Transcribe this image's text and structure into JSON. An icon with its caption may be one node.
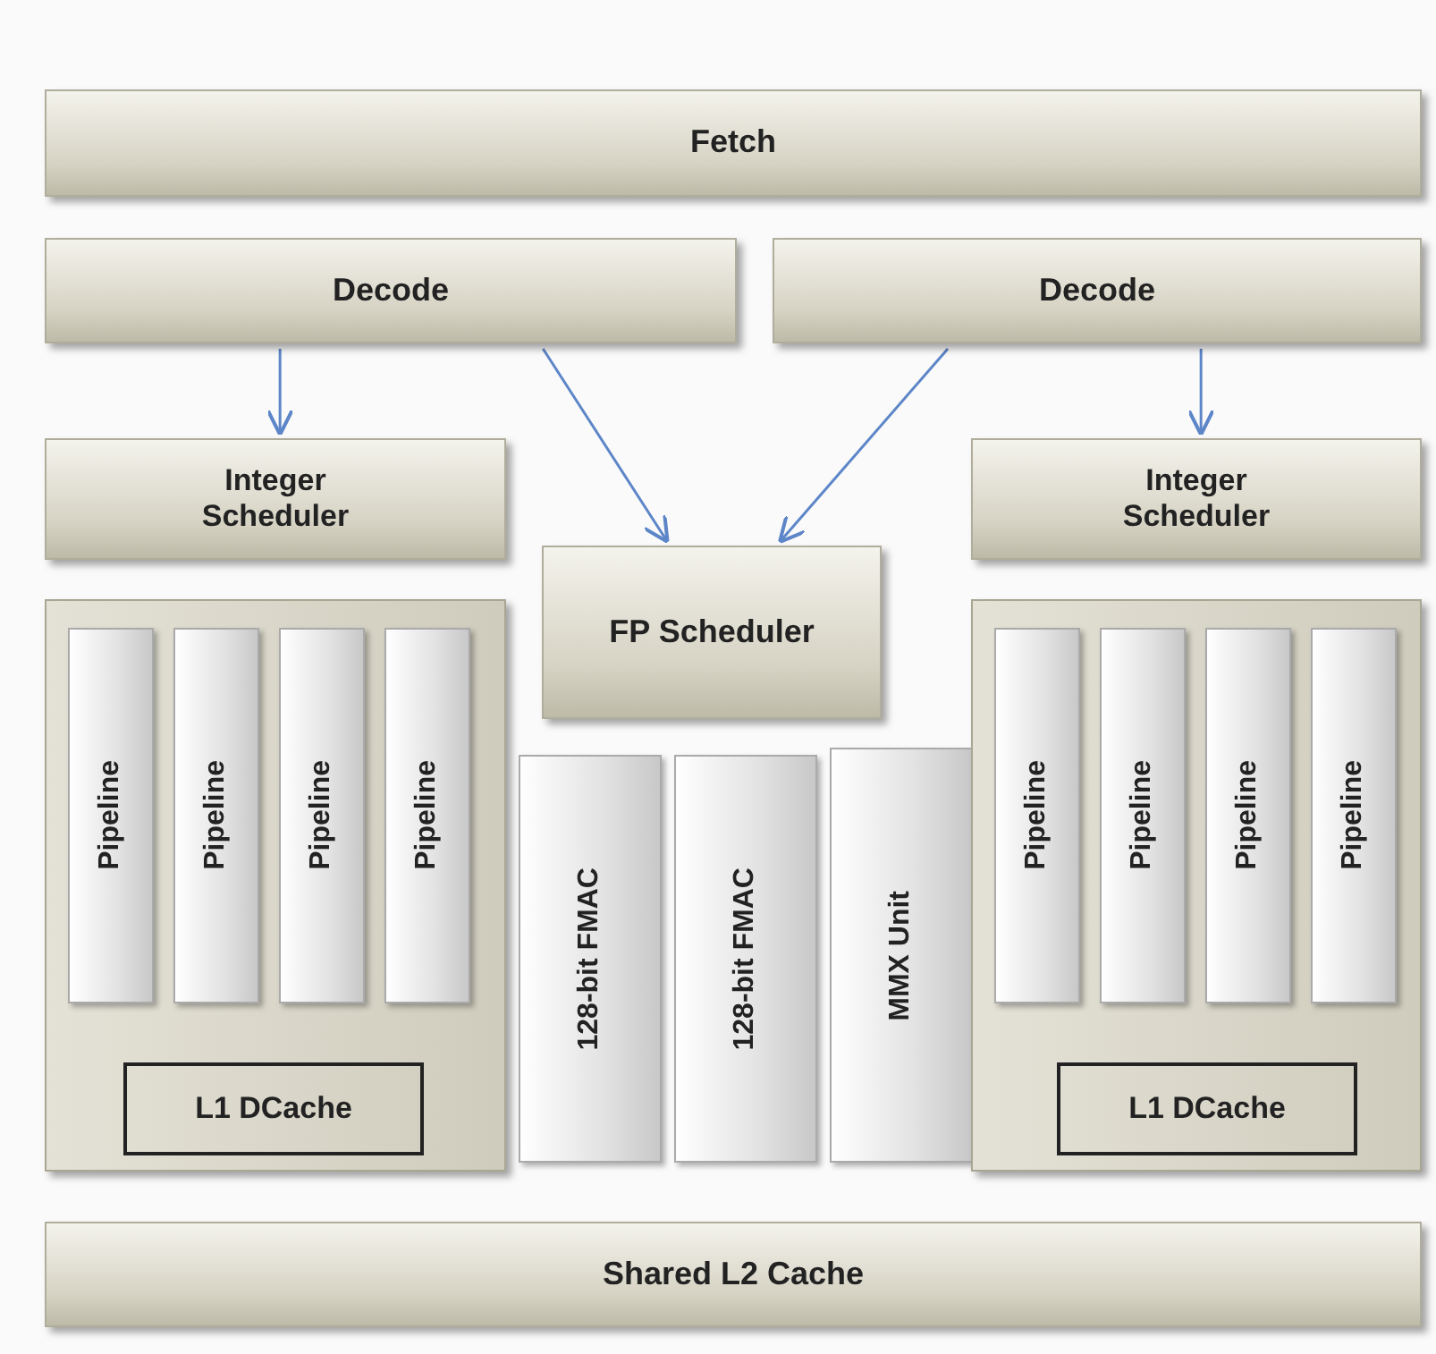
{
  "diagram": {
    "nodes": [
      {
        "text": [
          "Fetch"
        ]
      },
      {
        "text": [
          "Decode"
        ]
      },
      {
        "text": [
          "Decode"
        ]
      },
      {
        "text": [
          "Integer Scheduler"
        ]
      },
      {
        "text": [
          "Integer Scheduler"
        ]
      },
      {
        "text": [
          "FP Scheduler"
        ]
      },
      {
        "text": [],
        "shape": "box"
      },
      {
        "text": [
          "Pipeline"
        ],
        "in": 6
      },
      {
        "text": [
          "Pipeline"
        ],
        "in": 6
      },
      {
        "text": [
          "Pipeline"
        ],
        "in": 6
      },
      {
        "text": [
          "Pipeline"
        ],
        "in": 6
      },
      {
        "text": [
          "L1 DCache"
        ],
        "in": 6
      },
      {
        "text": [
          "128-bit FMAC"
        ]
      },
      {
        "text": [
          "128-bit FMAC"
        ]
      },
      {
        "text": [
          "MMX Unit"
        ]
      },
      {
        "text": [],
        "shape": "box"
      },
      {
        "text": [
          "Pipeline"
        ],
        "in": 15
      },
      {
        "text": [
          "Pipeline"
        ],
        "in": 15
      },
      {
        "text": [
          "Pipeline"
        ],
        "in": 15
      },
      {
        "text": [
          "Pipeline"
        ],
        "in": 15
      },
      {
        "text": [
          "L1 DCache"
        ],
        "in": 15
      },
      {
        "text": [
          "Shared L2 Cache"
        ]
      }
    ],
    "edges": [
      {
        "from": 1,
        "to": 3,
        "arrow": "to"
      },
      {
        "from": 1,
        "to": 5,
        "arrow": "to"
      },
      {
        "from": 2,
        "to": 5,
        "arrow": "to"
      },
      {
        "from": 2,
        "to": 4,
        "arrow": "to"
      }
    ]
  }
}
